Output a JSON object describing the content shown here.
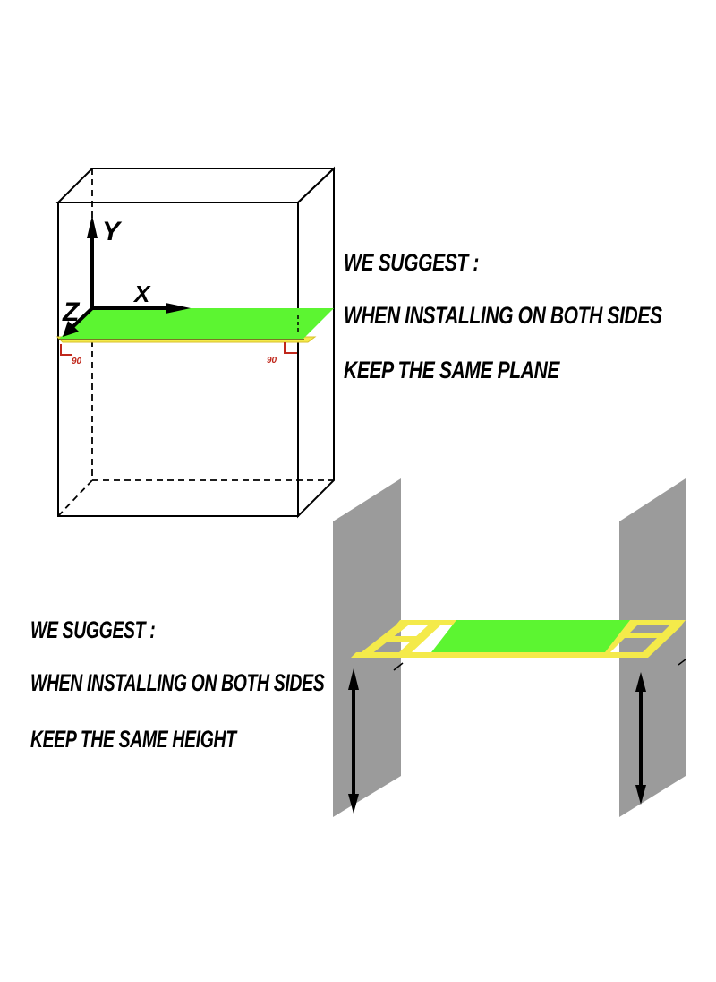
{
  "top_panel": {
    "axis_y": "Y",
    "axis_x": "X",
    "axis_z": "Z",
    "angle_left": "90",
    "angle_right": "90",
    "caption": {
      "line1": "WE SUGGEST :",
      "line2": "WHEN INSTALLING ON BOTH SIDES",
      "line3": "KEEP THE SAME PLANE"
    }
  },
  "bottom_panel": {
    "caption": {
      "line1": "WE SUGGEST :",
      "line2": "WHEN INSTALLING ON BOTH SIDES",
      "line3": "KEEP THE SAME HEIGHT"
    }
  },
  "colors": {
    "shelf_green": "#5cf531",
    "rail_yellow": "#f4ea4a",
    "wall_gray": "#9b9b9b",
    "angle_red": "#c0281c",
    "line_black": "#000000"
  }
}
